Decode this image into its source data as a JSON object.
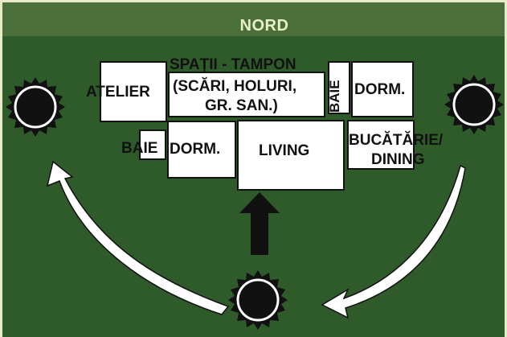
{
  "diagram": {
    "north_label": "NORD",
    "rooms": {
      "atelier": "ATELIER",
      "buffer_title": "SPAȚII - TAMPON",
      "buffer_line1": "(SCĂRI, HOLURI,",
      "buffer_line2": "GR. SAN.)",
      "bath_top": "BAIE",
      "bedroom_top": "DORM.",
      "bath_bottom": "BAIE",
      "bedroom_bottom": "DORM.",
      "living": "LIVING",
      "kitchen_line1": "BUCĂTĂRIE/",
      "kitchen_line2": "DINING"
    },
    "colors": {
      "background": "#2f5a2a",
      "north_band": "#4a6f3b",
      "north_text": "#e7f0c6",
      "room_fill": "#ffffff",
      "sun": "#111111"
    },
    "icons": [
      "sun-icon",
      "sun-icon",
      "sun-icon",
      "up-arrow-icon",
      "curved-arrow-icon",
      "curved-arrow-icon"
    ]
  }
}
